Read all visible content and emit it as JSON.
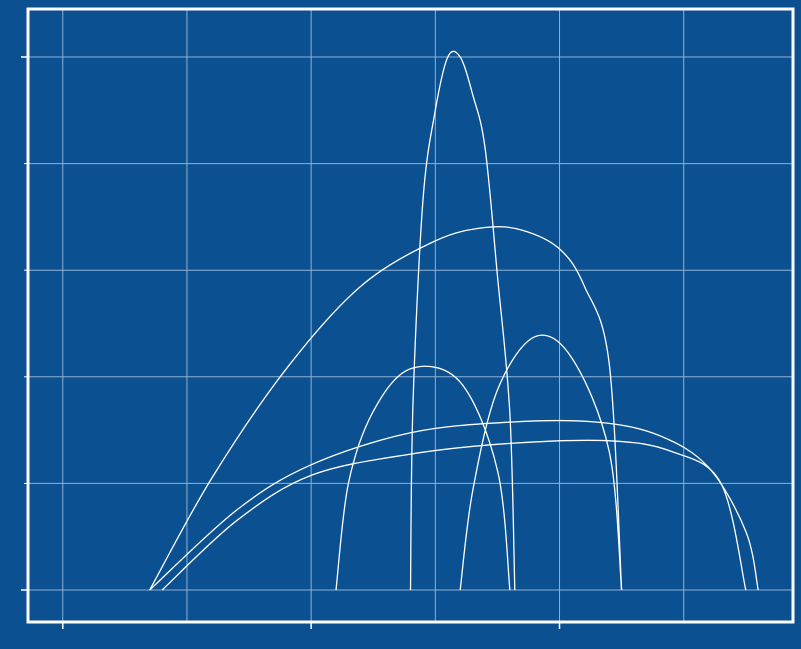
{
  "chart_data": {
    "type": "line",
    "title": "",
    "xlabel": "",
    "ylabel": "",
    "xlim": [
      -0.14,
      2.94
    ],
    "ylim": [
      -0.012,
      0.218
    ],
    "x_major_ticks": [
      0,
      1,
      2
    ],
    "y_major_ticks": [
      0,
      0.2
    ],
    "y_minor_ticks": [
      0.04,
      0.08,
      0.12,
      0.16
    ],
    "x_grid": [
      0,
      0.5,
      1,
      1.5,
      2,
      2.5
    ],
    "y_grid": [
      0,
      0.04,
      0.08,
      0.12,
      0.16,
      0.2
    ],
    "grid": true,
    "series": [
      {
        "x": [
          0.35,
          0.6,
          0.9,
          1.2,
          1.5,
          1.7,
          1.85,
          2.0,
          2.1,
          2.2,
          2.25
        ],
        "y": [
          0,
          0.042,
          0.083,
          0.114,
          0.131,
          0.136,
          0.135,
          0.128,
          0.114,
          0.085,
          0
        ]
      },
      {
        "x": [
          1.4,
          1.41,
          1.45,
          1.5,
          1.55,
          1.6,
          1.65,
          1.7,
          1.75,
          1.8,
          1.82
        ],
        "y": [
          0,
          0.07,
          0.146,
          0.18,
          0.2,
          0.2,
          0.186,
          0.166,
          0.118,
          0.066,
          0
        ]
      },
      {
        "x": [
          1.1,
          1.15,
          1.25,
          1.4,
          1.6,
          1.75,
          1.8
        ],
        "y": [
          0,
          0.04,
          0.067,
          0.083,
          0.078,
          0.045,
          0
        ]
      },
      {
        "x": [
          1.6,
          1.65,
          1.75,
          1.9,
          2.05,
          2.2,
          2.25
        ],
        "y": [
          0,
          0.037,
          0.075,
          0.095,
          0.087,
          0.052,
          0
        ]
      },
      {
        "x": [
          0.35,
          0.7,
          1.0,
          1.4,
          1.8,
          2.15,
          2.4,
          2.6,
          2.75,
          2.8
        ],
        "y": [
          0,
          0.03,
          0.047,
          0.059,
          0.063,
          0.063,
          0.058,
          0.046,
          0.022,
          0
        ]
      },
      {
        "x": [
          0.4,
          0.7,
          1.0,
          1.4,
          1.8,
          2.2,
          2.45,
          2.65,
          2.75
        ],
        "y": [
          0,
          0.026,
          0.043,
          0.051,
          0.055,
          0.056,
          0.052,
          0.04,
          0
        ]
      }
    ],
    "colors": {
      "background": "#0b5091",
      "line": "#ffffff",
      "grid": "#8fb1d4"
    }
  }
}
